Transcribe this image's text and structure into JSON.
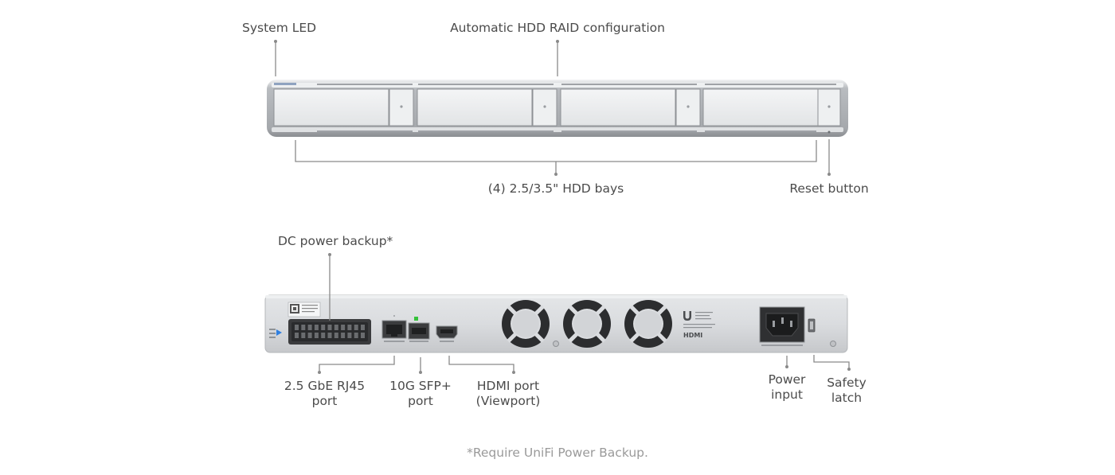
{
  "front": {
    "system_led": "System LED",
    "raid": "Automatic HDD RAID configuration",
    "hdd_bays": "(4) 2.5/3.5\" HDD bays",
    "reset": "Reset button"
  },
  "rear": {
    "dc_backup": "DC power backup*",
    "rj45_line1": "2.5 GbE RJ45",
    "rj45_line2": "port",
    "sfp_line1": "10G SFP+",
    "sfp_line2": "port",
    "hdmi_line1": "HDMI port",
    "hdmi_line2": "(Viewport)",
    "power_line1": "Power",
    "power_line2": "input",
    "latch_line1": "Safety",
    "latch_line2": "latch",
    "hdmi_logo": "HDMI"
  },
  "footnote": "*Require UniFi Power Backup.",
  "colors": {
    "chassis": "#d4d6d9",
    "chassis_dark": "#9a9da1",
    "bay": "#eceef0",
    "line": "#8a8a8a",
    "text": "#4b4b4b",
    "footnote": "#9a9a9a",
    "led_green": "#35c23a",
    "led_blue": "#2f7fe0"
  },
  "icons": {
    "ubiquiti": "ubiquiti-logo-icon",
    "fan": "fan-icon",
    "power_socket": "power-socket-icon"
  }
}
